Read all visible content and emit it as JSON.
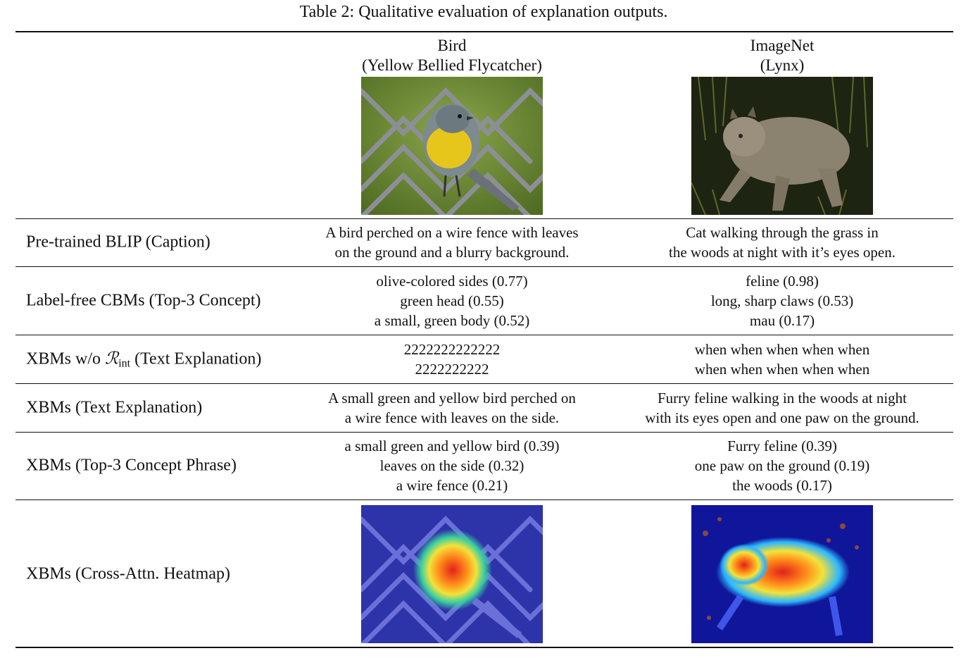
{
  "caption": "Table 2: Qualitative evaluation of explanation outputs.",
  "columns": [
    {
      "title": "Bird",
      "subtitle": "(Yellow Bellied Flycatcher)"
    },
    {
      "title": "ImageNet",
      "subtitle": "(Lynx)"
    }
  ],
  "rows": [
    {
      "label": "Pre-trained BLIP (Caption)",
      "bird": [
        "A bird perched on a wire fence with leaves",
        "on the ground and a blurry background."
      ],
      "imagenet": [
        "Cat walking through the grass in",
        "the woods at night with it’s eyes open."
      ]
    },
    {
      "label": "Label-free CBMs (Top-3 Concept)",
      "bird": [
        "olive-colored sides (0.77)",
        "green head (0.55)",
        "a small, green body (0.52)"
      ],
      "imagenet": [
        "feline (0.98)",
        "long, sharp claws (0.53)",
        "mau (0.17)"
      ]
    },
    {
      "label_prefix": "XBMs w/o ",
      "label_symbol": "ℛ",
      "label_subscript": "int",
      "label_suffix": " (Text Explanation)",
      "bird": [
        "2222222222222",
        "2222222222"
      ],
      "imagenet": [
        "when when when when when",
        "when when when when when"
      ]
    },
    {
      "label": "XBMs (Text Explanation)",
      "bird": [
        "A small green and yellow bird perched on",
        "a wire fence with leaves on the side."
      ],
      "imagenet": [
        "Furry feline walking in the woods at night",
        "with its eyes open and one paw on the ground."
      ]
    },
    {
      "label": "XBMs (Top-3 Concept Phrase)",
      "bird": [
        "a small green and yellow bird (0.39)",
        "leaves on the side (0.32)",
        "a wire fence (0.21)"
      ],
      "imagenet": [
        "Furry feline (0.39)",
        "one paw on the ground (0.19)",
        "the woods (0.17)"
      ]
    },
    {
      "label": "XBMs (Cross-Attn. Heatmap)"
    }
  ],
  "colors": {
    "rule": "#111111",
    "heatmap_base": "#2a2fb0",
    "heatmap_hot": "#ff2a00"
  }
}
